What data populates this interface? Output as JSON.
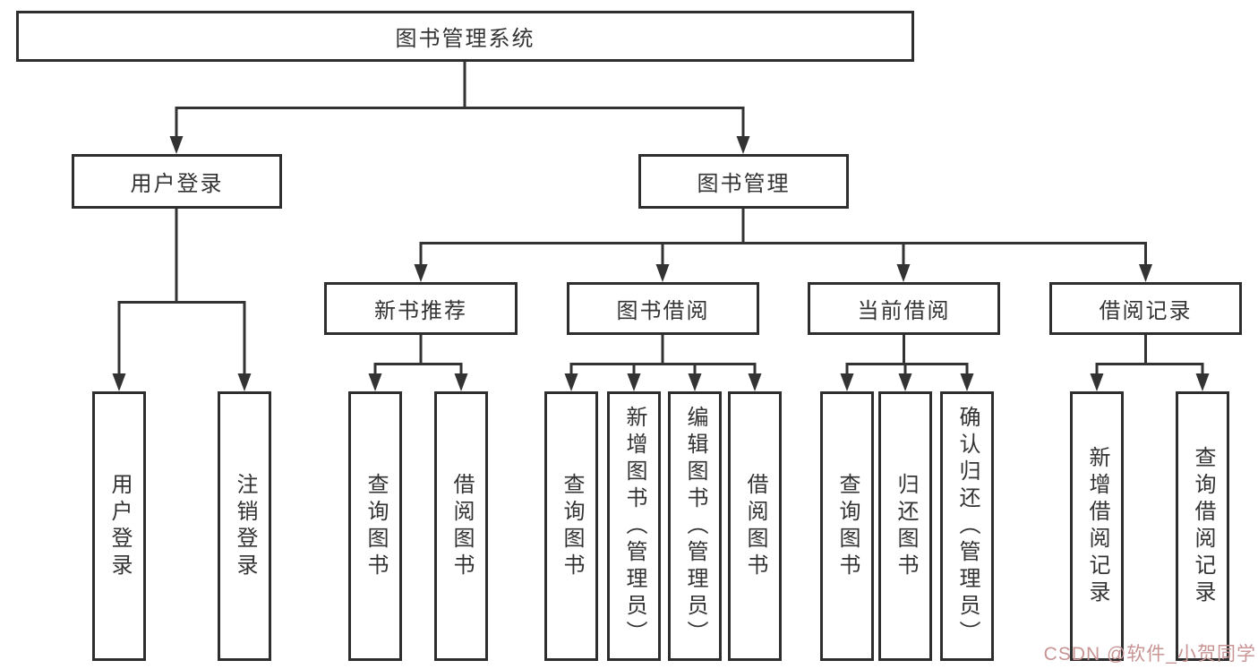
{
  "diagram": {
    "title": "图书管理系统",
    "watermark": "CSDN @软件_小贺同学",
    "colors": {
      "background": "#ffffff",
      "box_border": "#2e2e2e",
      "line": "#333333",
      "text": "#333333",
      "watermark": "#c89494"
    },
    "tree": {
      "label": "图书管理系统",
      "children": [
        {
          "label": "用户登录",
          "children": [
            {
              "label": "用户登录"
            },
            {
              "label": "注销登录"
            }
          ]
        },
        {
          "label": "图书管理",
          "children": [
            {
              "label": "新书推荐",
              "children": [
                {
                  "label": "查询图书"
                },
                {
                  "label": "借阅图书"
                }
              ]
            },
            {
              "label": "图书借阅",
              "children": [
                {
                  "label": "查询图书"
                },
                {
                  "label": "新增图书（管理员）"
                },
                {
                  "label": "编辑图书（管理员）"
                },
                {
                  "label": "借阅图书"
                }
              ]
            },
            {
              "label": "当前借阅",
              "children": [
                {
                  "label": "查询图书"
                },
                {
                  "label": "归还图书"
                },
                {
                  "label": "确认归还（管理员）"
                }
              ]
            },
            {
              "label": "借阅记录",
              "children": [
                {
                  "label": "新增借阅记录"
                },
                {
                  "label": "查询借阅记录"
                }
              ]
            }
          ]
        }
      ]
    }
  }
}
